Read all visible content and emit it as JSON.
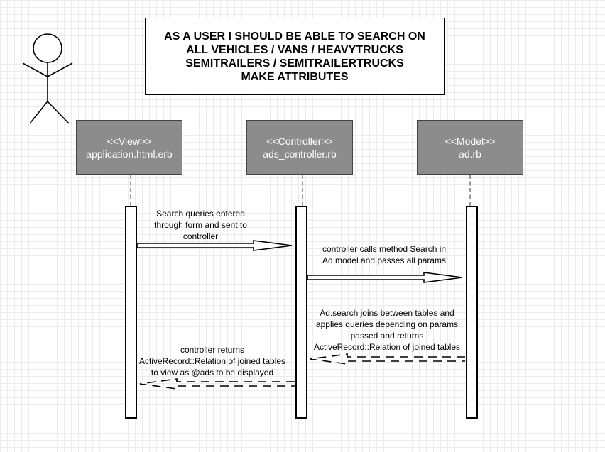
{
  "story": {
    "lines": [
      "AS A USER I SHOULD BE ABLE TO SEARCH ON",
      "ALL VEHICLES / VANS / HEAVYTRUCKS",
      "SEMITRAILERS / SEMITRAILERTRUCKS",
      "MAKE ATTRIBUTES"
    ]
  },
  "participants": [
    {
      "stereotype": "<<View>>",
      "name": "application.html.erb"
    },
    {
      "stereotype": "<<Controller>>",
      "name": "ads_controller.rb"
    },
    {
      "stereotype": "<<Model>>",
      "name": "ad.rb"
    }
  ],
  "messages": [
    {
      "lines": [
        "Search queries entered",
        "through form and sent to",
        "controller"
      ]
    },
    {
      "lines": [
        "controller calls method Search in",
        "Ad model and passes all params"
      ]
    },
    {
      "lines": [
        "Ad.search joins between tables and",
        "applies queries depending on params",
        "passed and returns",
        "ActiveRecord::Relation of joined tables"
      ]
    },
    {
      "lines": [
        "controller returns",
        "ActiveRecord::Relation of joined tables",
        "to view as @ads to be displayed"
      ]
    }
  ],
  "colors": {
    "participant_fill": "#8c8c8c",
    "participant_text": "#ffffff",
    "grid": "#ececec"
  }
}
